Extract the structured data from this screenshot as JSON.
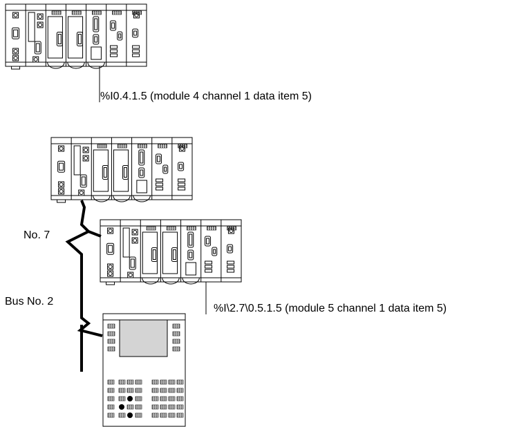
{
  "labels": {
    "address_rack1": "%I0.4.1.5 (module 4 channel 1 data item 5)",
    "station_number": "No. 7",
    "bus_number": "Bus No. 2",
    "address_remote": "%I\\2.7\\0.5.1.5 (module 5 channel 1 data item 5)"
  },
  "icons": {
    "rack_top": "plc-rack-icon",
    "rack_middle": "plc-rack-icon",
    "rack_remote": "plc-rack-icon",
    "terminal": "operator-terminal-icon"
  },
  "colors": {
    "line": "#000000",
    "hatch": "#7a7a7a",
    "screen": "#d4d4d4",
    "background": "#ffffff"
  }
}
